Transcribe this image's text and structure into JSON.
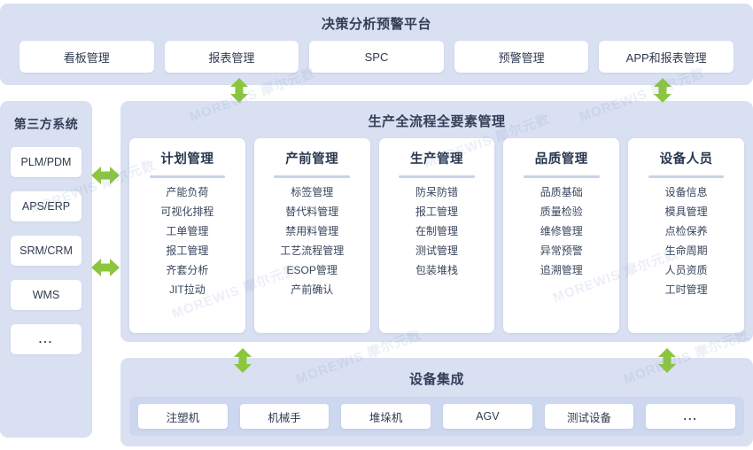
{
  "top": {
    "title": "决策分析预警平台",
    "chips": [
      {
        "label": "看板管理"
      },
      {
        "label": "报表管理"
      },
      {
        "label": "SPC"
      },
      {
        "label": "预警管理"
      },
      {
        "label": "APP和报表管理"
      }
    ]
  },
  "sidebar": {
    "title": "第三方系统",
    "items": [
      {
        "label": "PLM/PDM"
      },
      {
        "label": "APS/ERP"
      },
      {
        "label": "SRM/CRM"
      },
      {
        "label": "WMS"
      },
      {
        "label": "..."
      }
    ]
  },
  "main": {
    "title": "生产全流程全要素管理",
    "columns": [
      {
        "title": "计划管理",
        "items": [
          "产能负荷",
          "可视化排程",
          "工单管理",
          "报工管理",
          "齐套分析",
          "JIT拉动"
        ]
      },
      {
        "title": "产前管理",
        "items": [
          "标签管理",
          "替代料管理",
          "禁用料管理",
          "工艺流程管理",
          "ESOP管理",
          "产前确认"
        ]
      },
      {
        "title": "生产管理",
        "items": [
          "防呆防错",
          "报工管理",
          "在制管理",
          "测试管理",
          "包装堆栈"
        ]
      },
      {
        "title": "品质管理",
        "items": [
          "品质基础",
          "质量检验",
          "维修管理",
          "异常预警",
          "追溯管理"
        ]
      },
      {
        "title": "设备人员",
        "items": [
          "设备信息",
          "模具管理",
          "点检保养",
          "生命周期",
          "人员资质",
          "工时管理"
        ]
      }
    ]
  },
  "bottom": {
    "title": "设备集成",
    "chips": [
      {
        "label": "注塑机"
      },
      {
        "label": "机械手"
      },
      {
        "label": "堆垛机"
      },
      {
        "label": "AGV"
      },
      {
        "label": "测试设备"
      },
      {
        "label": "..."
      }
    ]
  },
  "connectors": [
    {
      "name": "arrow-top-left",
      "direction": "vertical"
    },
    {
      "name": "arrow-top-right",
      "direction": "vertical"
    },
    {
      "name": "arrow-side-upper",
      "direction": "horizontal"
    },
    {
      "name": "arrow-side-lower",
      "direction": "horizontal"
    },
    {
      "name": "arrow-bottom-left",
      "direction": "vertical"
    },
    {
      "name": "arrow-bottom-right",
      "direction": "vertical"
    }
  ],
  "watermarks": [
    "MOREWIS 摩尔元数",
    "MOREWIS 摩尔元数",
    "MOREWIS 摩尔元数",
    "MOREWIS 摩尔元数",
    "MOREWIS 摩尔元数",
    "MOREWIS 摩尔元数",
    "MOREWIS 摩尔元数",
    "MOREWIS 摩尔元数"
  ],
  "colors": {
    "panel_bg": "#d9e0f2",
    "chip_bg": "#ffffff",
    "arrow_green": "#8cc63f",
    "title_text": "#333f57",
    "divider": "#c8d3e9",
    "band_bg": "#cdd7ef"
  }
}
